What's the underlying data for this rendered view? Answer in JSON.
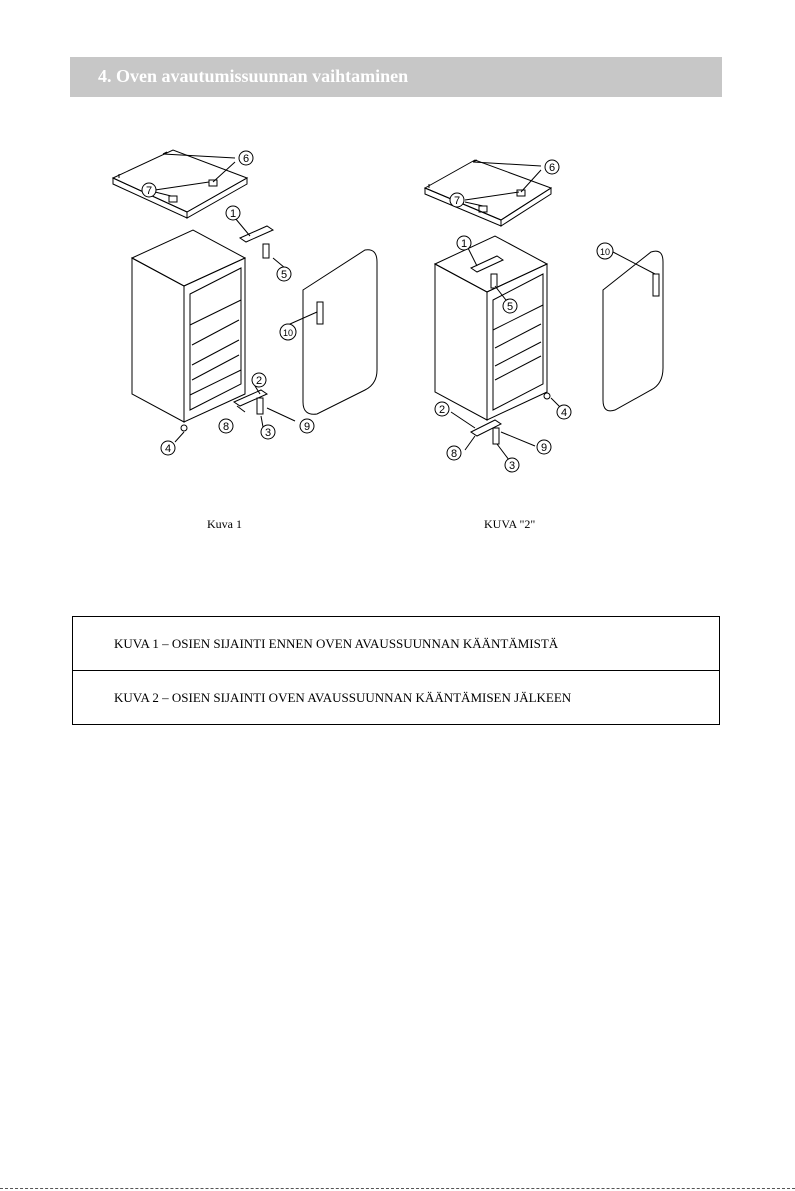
{
  "header": {
    "title": "4. Oven avautumissuunnan vaihtaminen"
  },
  "figures": {
    "left_caption": "Kuva 1",
    "right_caption": "KUVA \"2\"",
    "callouts_left": [
      "1",
      "2",
      "3",
      "4",
      "5",
      "6",
      "7",
      "8",
      "9",
      "10"
    ],
    "callouts_right": [
      "1",
      "2",
      "3",
      "4",
      "5",
      "6",
      "7",
      "8",
      "9",
      "10"
    ]
  },
  "legend": {
    "rows": [
      "KUVA 1 – OSIEN SIJAINTI ENNEN OVEN AVAUSSUUNNAN KÄÄNTÄMISTÄ",
      "KUVA 2 – OSIEN SIJAINTI OVEN AVAUSSUUNNAN KÄÄNTÄMISEN JÄLKEEN"
    ]
  }
}
